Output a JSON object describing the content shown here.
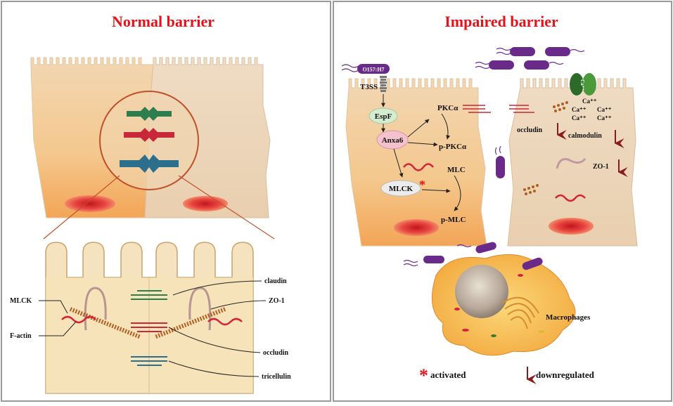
{
  "left_panel": {
    "title": "Normal barrier",
    "labels": {
      "claudin": "claudin",
      "zo1": "ZO-1",
      "mlck": "MLCK",
      "factin": "F-actin",
      "occludin": "occludin",
      "tricellulin": "tricellulin"
    }
  },
  "right_panel": {
    "title": "Impaired barrier",
    "bacteria_label": "O157:H7",
    "t3ss": "T3SS",
    "nodes": {
      "espf": "EspF",
      "anxa6": "Anxa6",
      "pkca": "PKCα",
      "ppkca": "p-PKCα",
      "mlck": "MLCK",
      "mlc": "MLC",
      "pmlc": "p-MLC"
    },
    "occludin": "occludin",
    "calmodulin": "calmodulin",
    "zo1": "ZO-1",
    "calcium": "Ca⁺⁺",
    "calcium_channel": "Ca⁺⁺",
    "macrophages": "Macrophages"
  },
  "legend": {
    "asterisk": "*",
    "activated": "activated",
    "downregulated": "downregulated"
  },
  "colors": {
    "title_red": "#e3131b",
    "claudin_green": "#2e7d4f",
    "occludin_red": "#c8283a",
    "tricellulin_blue": "#2b6f8c",
    "bacteria_purple": "#6a2a8a",
    "arrow_dark_red": "#8b1a1a"
  }
}
